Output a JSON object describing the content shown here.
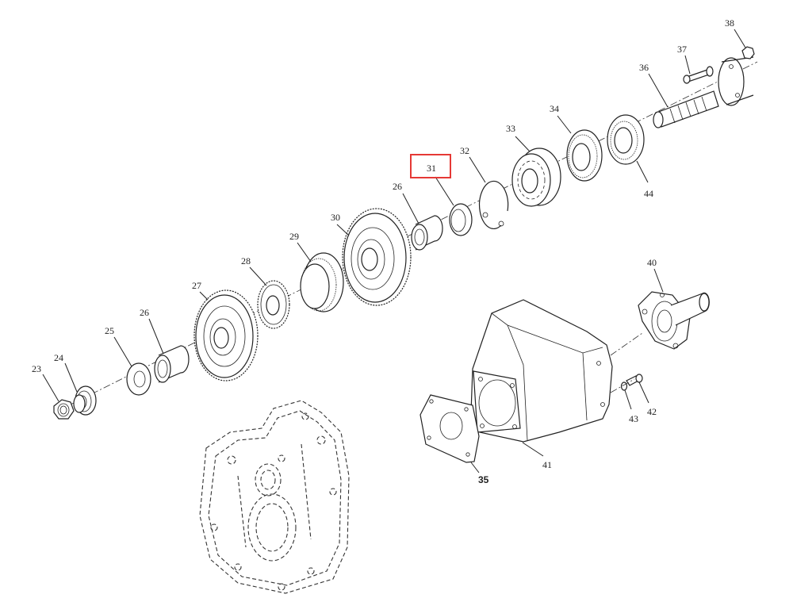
{
  "highlight": {
    "part": "31",
    "color": "#e53935"
  },
  "labels": {
    "p23": "23",
    "p24": "24",
    "p25": "25",
    "p26a": "26",
    "p27": "27",
    "p28": "28",
    "p29": "29",
    "p30": "30",
    "p26b": "26",
    "p31": "31",
    "p32": "32",
    "p33": "33",
    "p34": "34",
    "p44": "44",
    "p36": "36",
    "p37": "37",
    "p38": "38",
    "p40": "40",
    "p35": "35",
    "p41": "41",
    "p42": "42",
    "p43": "43"
  }
}
